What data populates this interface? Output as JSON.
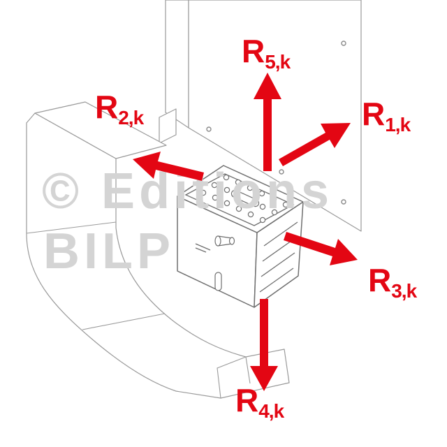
{
  "diagram": {
    "watermark": {
      "line1": "© Editions",
      "line2": "BILP"
    },
    "colors": {
      "arrow_red": "#e30613",
      "drawing_line_gray": "#9a9a9a",
      "bracket_line_gray": "#6f6f6f",
      "watermark_gray": "#d4d4d4",
      "background": "#ffffff"
    },
    "forces": [
      {
        "name": "R",
        "sub": "1,k",
        "direction": "up-right"
      },
      {
        "name": "R",
        "sub": "2,k",
        "direction": "left-up"
      },
      {
        "name": "R",
        "sub": "3,k",
        "direction": "down-right"
      },
      {
        "name": "R",
        "sub": "4,k",
        "direction": "down"
      },
      {
        "name": "R",
        "sub": "5,k",
        "direction": "up"
      }
    ]
  }
}
